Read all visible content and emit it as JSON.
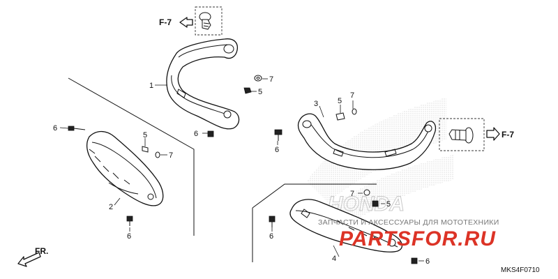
{
  "references": [
    {
      "label": "F-7"
    },
    {
      "label": "F-7"
    }
  ],
  "callouts": [
    "1",
    "2",
    "3",
    "4",
    "5",
    "5",
    "5",
    "5",
    "6",
    "6",
    "6",
    "6",
    "6",
    "6",
    "7",
    "7",
    "7",
    "7"
  ],
  "front_label": "FR.",
  "watermark": {
    "tagline": "ЗАПЧАСТИ И АКСЕССУАРЫ ДЛЯ МОТОТЕХНИКИ",
    "logo": "PARTSFOR.RU"
  },
  "diagram_code": "MKS4F0710",
  "colors": {
    "line": "#111111",
    "watermark_logo": "#dc3326",
    "watermark_dots": "#b9b9b9"
  }
}
